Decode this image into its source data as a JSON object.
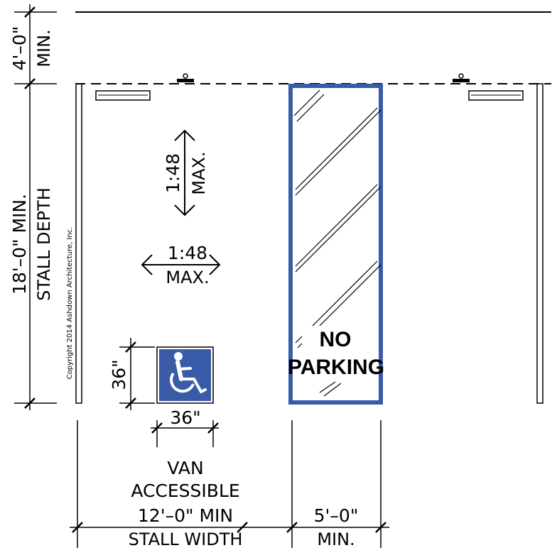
{
  "colors": {
    "accent_blue": "#3a5ba8",
    "line": "#000000",
    "background": "#ffffff"
  },
  "icons": {
    "accessibility": "wheelchair-symbol-icon"
  },
  "labels": {
    "front_dim": "4'–0\"",
    "front_min": "MIN.",
    "depth_dim": "18'–0\" MIN.",
    "depth_label": "STALL DEPTH",
    "slope_v_ratio": "1:48",
    "slope_v_max": "MAX.",
    "slope_h_ratio": "1:48",
    "slope_h_max": "MAX.",
    "sign_height": "36\"",
    "sign_width": "36\"",
    "copyright": "Copyright 2014 Ashdown Architecture, Inc.",
    "no_parking_1": "NO",
    "no_parking_2": "PARKING",
    "van_1": "VAN",
    "van_2": "ACCESSIBLE",
    "stall_width_dim": "12'–0\" MIN",
    "stall_width_label": "STALL WIDTH",
    "aisle_dim": "5'–0\"",
    "aisle_min": "MIN."
  }
}
